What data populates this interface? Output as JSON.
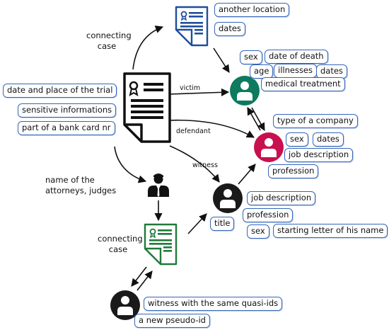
{
  "colors": {
    "tag_border": "#3566b8",
    "victim": "#0e7a5f",
    "defendant": "#c8104f",
    "witness": "#1a1a1a",
    "doc_blue": "#1f4e9a",
    "doc_green": "#1f7a3a",
    "doc_black": "#111111"
  },
  "icons": {
    "main_document": "legal-document-icon",
    "top_document": "document-icon",
    "bottom_document": "document-icon",
    "person": "person-icon",
    "attorney": "attorney-icon"
  },
  "labels": {
    "connecting_case_top": [
      "connecting",
      "case"
    ],
    "connecting_case_bottom": [
      "connecting",
      "case"
    ],
    "attorneys": [
      "name of the",
      "attorneys, judges"
    ],
    "victim": "victim",
    "defendant": "defendant",
    "witness": "witness"
  },
  "main_tags": [
    "date and place  of the trial",
    "sensitive informations",
    "part of a bank card nr"
  ],
  "connecting_case_tags": [
    "another location",
    "dates"
  ],
  "victim_tags": [
    "sex",
    "date of death",
    "age",
    "illnesses",
    "dates",
    "medical treatment"
  ],
  "defendant_tags": [
    "type of a company",
    "sex",
    "dates",
    "job description",
    "profession"
  ],
  "witness_tags": [
    "job description",
    "profession",
    "title",
    "sex",
    "starting letter of his name"
  ],
  "bottom_witness_tags": [
    "witness with the same quasi-ids",
    "a new pseudo-id"
  ]
}
